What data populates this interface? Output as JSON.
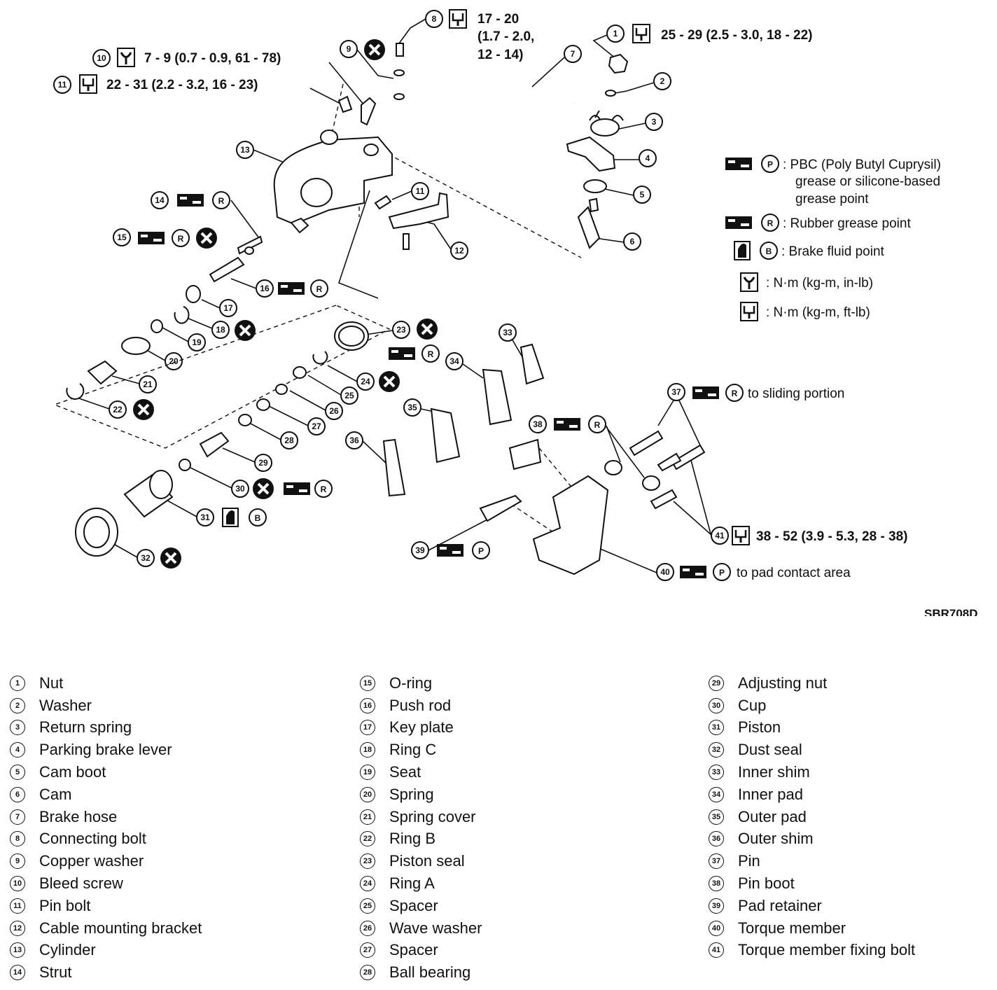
{
  "figure_id": "SBR708D",
  "legend": {
    "pbc": ": PBC (Poly Butyl Cuprysil)",
    "pbc_line2": "grease or silicone-based",
    "pbc_line3": "grease point",
    "rubber": ": Rubber grease point",
    "brake_fluid": ": Brake fluid point",
    "nm_inlb": ": N·m (kg-m, in-lb)",
    "nm_ftlb": ": N·m (kg-m, ft-lb)"
  },
  "torque": {
    "t1": "25 - 29 (2.5 - 3.0, 18 - 22)",
    "t8_a": "17 - 20",
    "t8_b": "(1.7 - 2.0,",
    "t8_c": "12 - 14)",
    "t10": "7 - 9 (0.7 - 0.9, 61 - 78)",
    "t11": "22 - 31 (2.2 - 3.2, 16 - 23)",
    "t41": "38 - 52 (3.9 - 5.3, 28 - 38)"
  },
  "notes": {
    "n37": "to sliding portion",
    "n40": "to pad contact area"
  },
  "symbols": {
    "p": "P",
    "r": "R",
    "b": "B"
  },
  "parts": [
    {
      "no": "1",
      "name": "Nut"
    },
    {
      "no": "2",
      "name": "Washer"
    },
    {
      "no": "3",
      "name": "Return spring"
    },
    {
      "no": "4",
      "name": "Parking brake lever"
    },
    {
      "no": "5",
      "name": "Cam boot"
    },
    {
      "no": "6",
      "name": "Cam"
    },
    {
      "no": "7",
      "name": "Brake hose"
    },
    {
      "no": "8",
      "name": "Connecting bolt"
    },
    {
      "no": "9",
      "name": "Copper washer"
    },
    {
      "no": "10",
      "name": "Bleed screw"
    },
    {
      "no": "11",
      "name": "Pin bolt"
    },
    {
      "no": "12",
      "name": "Cable mounting bracket"
    },
    {
      "no": "13",
      "name": "Cylinder"
    },
    {
      "no": "14",
      "name": "Strut"
    },
    {
      "no": "15",
      "name": "O-ring"
    },
    {
      "no": "16",
      "name": "Push rod"
    },
    {
      "no": "17",
      "name": "Key plate"
    },
    {
      "no": "18",
      "name": "Ring C"
    },
    {
      "no": "19",
      "name": "Seat"
    },
    {
      "no": "20",
      "name": "Spring"
    },
    {
      "no": "21",
      "name": "Spring cover"
    },
    {
      "no": "22",
      "name": "Ring B"
    },
    {
      "no": "23",
      "name": "Piston seal"
    },
    {
      "no": "24",
      "name": "Ring A"
    },
    {
      "no": "25",
      "name": "Spacer"
    },
    {
      "no": "26",
      "name": "Wave washer"
    },
    {
      "no": "27",
      "name": "Spacer"
    },
    {
      "no": "28",
      "name": "Ball bearing"
    },
    {
      "no": "29",
      "name": "Adjusting nut"
    },
    {
      "no": "30",
      "name": "Cup"
    },
    {
      "no": "31",
      "name": "Piston"
    },
    {
      "no": "32",
      "name": "Dust seal"
    },
    {
      "no": "33",
      "name": "Inner shim"
    },
    {
      "no": "34",
      "name": "Inner pad"
    },
    {
      "no": "35",
      "name": "Outer pad"
    },
    {
      "no": "36",
      "name": "Outer shim"
    },
    {
      "no": "37",
      "name": "Pin"
    },
    {
      "no": "38",
      "name": "Pin boot"
    },
    {
      "no": "39",
      "name": "Pad retainer"
    },
    {
      "no": "40",
      "name": "Torque member"
    },
    {
      "no": "41",
      "name": "Torque member fixing bolt"
    }
  ]
}
